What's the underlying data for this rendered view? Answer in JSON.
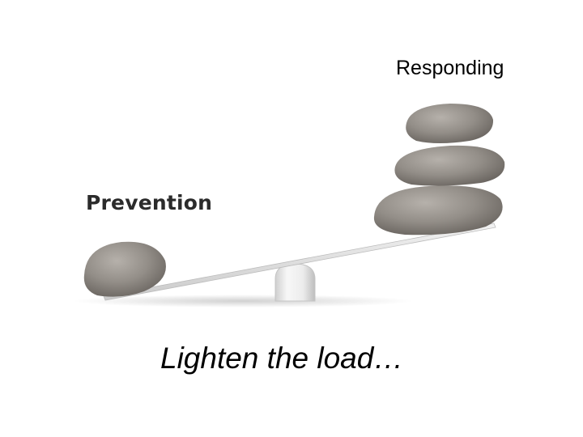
{
  "labels": {
    "responding": "Responding",
    "prevention": "Prevention"
  },
  "caption": "Lighten the load…",
  "colors": {
    "stone": "#8f8a84",
    "stone_light": "#b3aea8",
    "stone_dark": "#6b6661",
    "plank": "#dcdcdc",
    "fulcrum": "#e6e6e6",
    "text": "#000000"
  }
}
